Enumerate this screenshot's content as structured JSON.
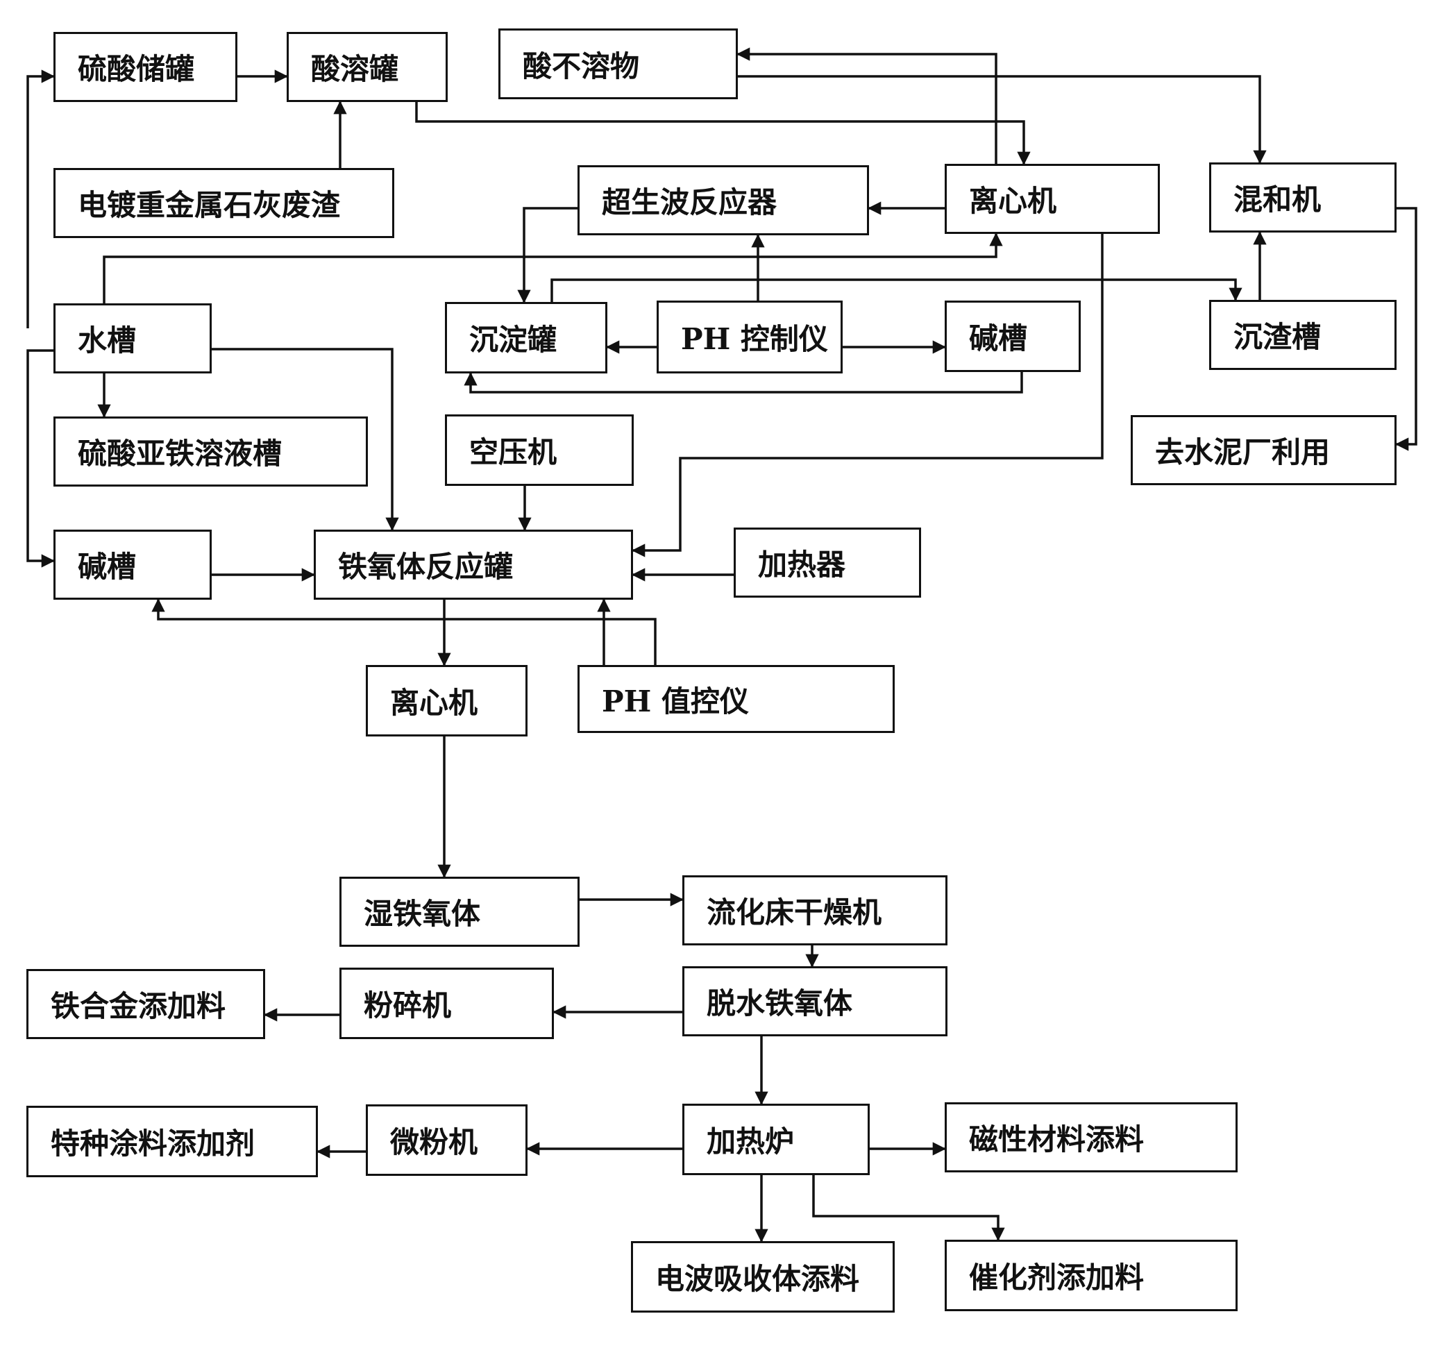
{
  "nodes": {
    "sulfuric_tank": "硫酸储罐",
    "acid_dissolve_tank": "酸溶罐",
    "acid_insoluble": "酸不溶物",
    "lime_residue": "电镀重金属石灰废渣",
    "ultrasonic_reactor": "超生波反应器",
    "centrifuge_top": "离心机",
    "mixer": "混和机",
    "water_tank": "水槽",
    "settling_tank": "沉淀罐",
    "ph_controller": "PH 控制仪",
    "alkali_tank_top": "碱槽",
    "slag_tank": "沉渣槽",
    "ferrous_sulfate_tank": "硫酸亚铁溶液槽",
    "air_compressor": "空压机",
    "cement_plant": "去水泥厂利用",
    "alkali_tank_left": "碱槽",
    "ferrite_reactor": "铁氧体反应罐",
    "heater": "加热器",
    "centrifuge_mid": "离心机",
    "ph_value_controller": "PH 值控仪",
    "wet_ferrite": "湿铁氧体",
    "fluid_bed_dryer": "流化床干燥机",
    "ferroalloy_additive": "铁合金添加料",
    "crusher": "粉碎机",
    "dehydrated_ferrite": "脱水铁氧体",
    "coating_additive": "特种涂料添加剂",
    "micro_mill": "微粉机",
    "furnace": "加热炉",
    "magnetic_additive": "磁性材料添料",
    "wave_absorber_additive": "电波吸收体添料",
    "catalyst_additive": "催化剂添加料"
  }
}
